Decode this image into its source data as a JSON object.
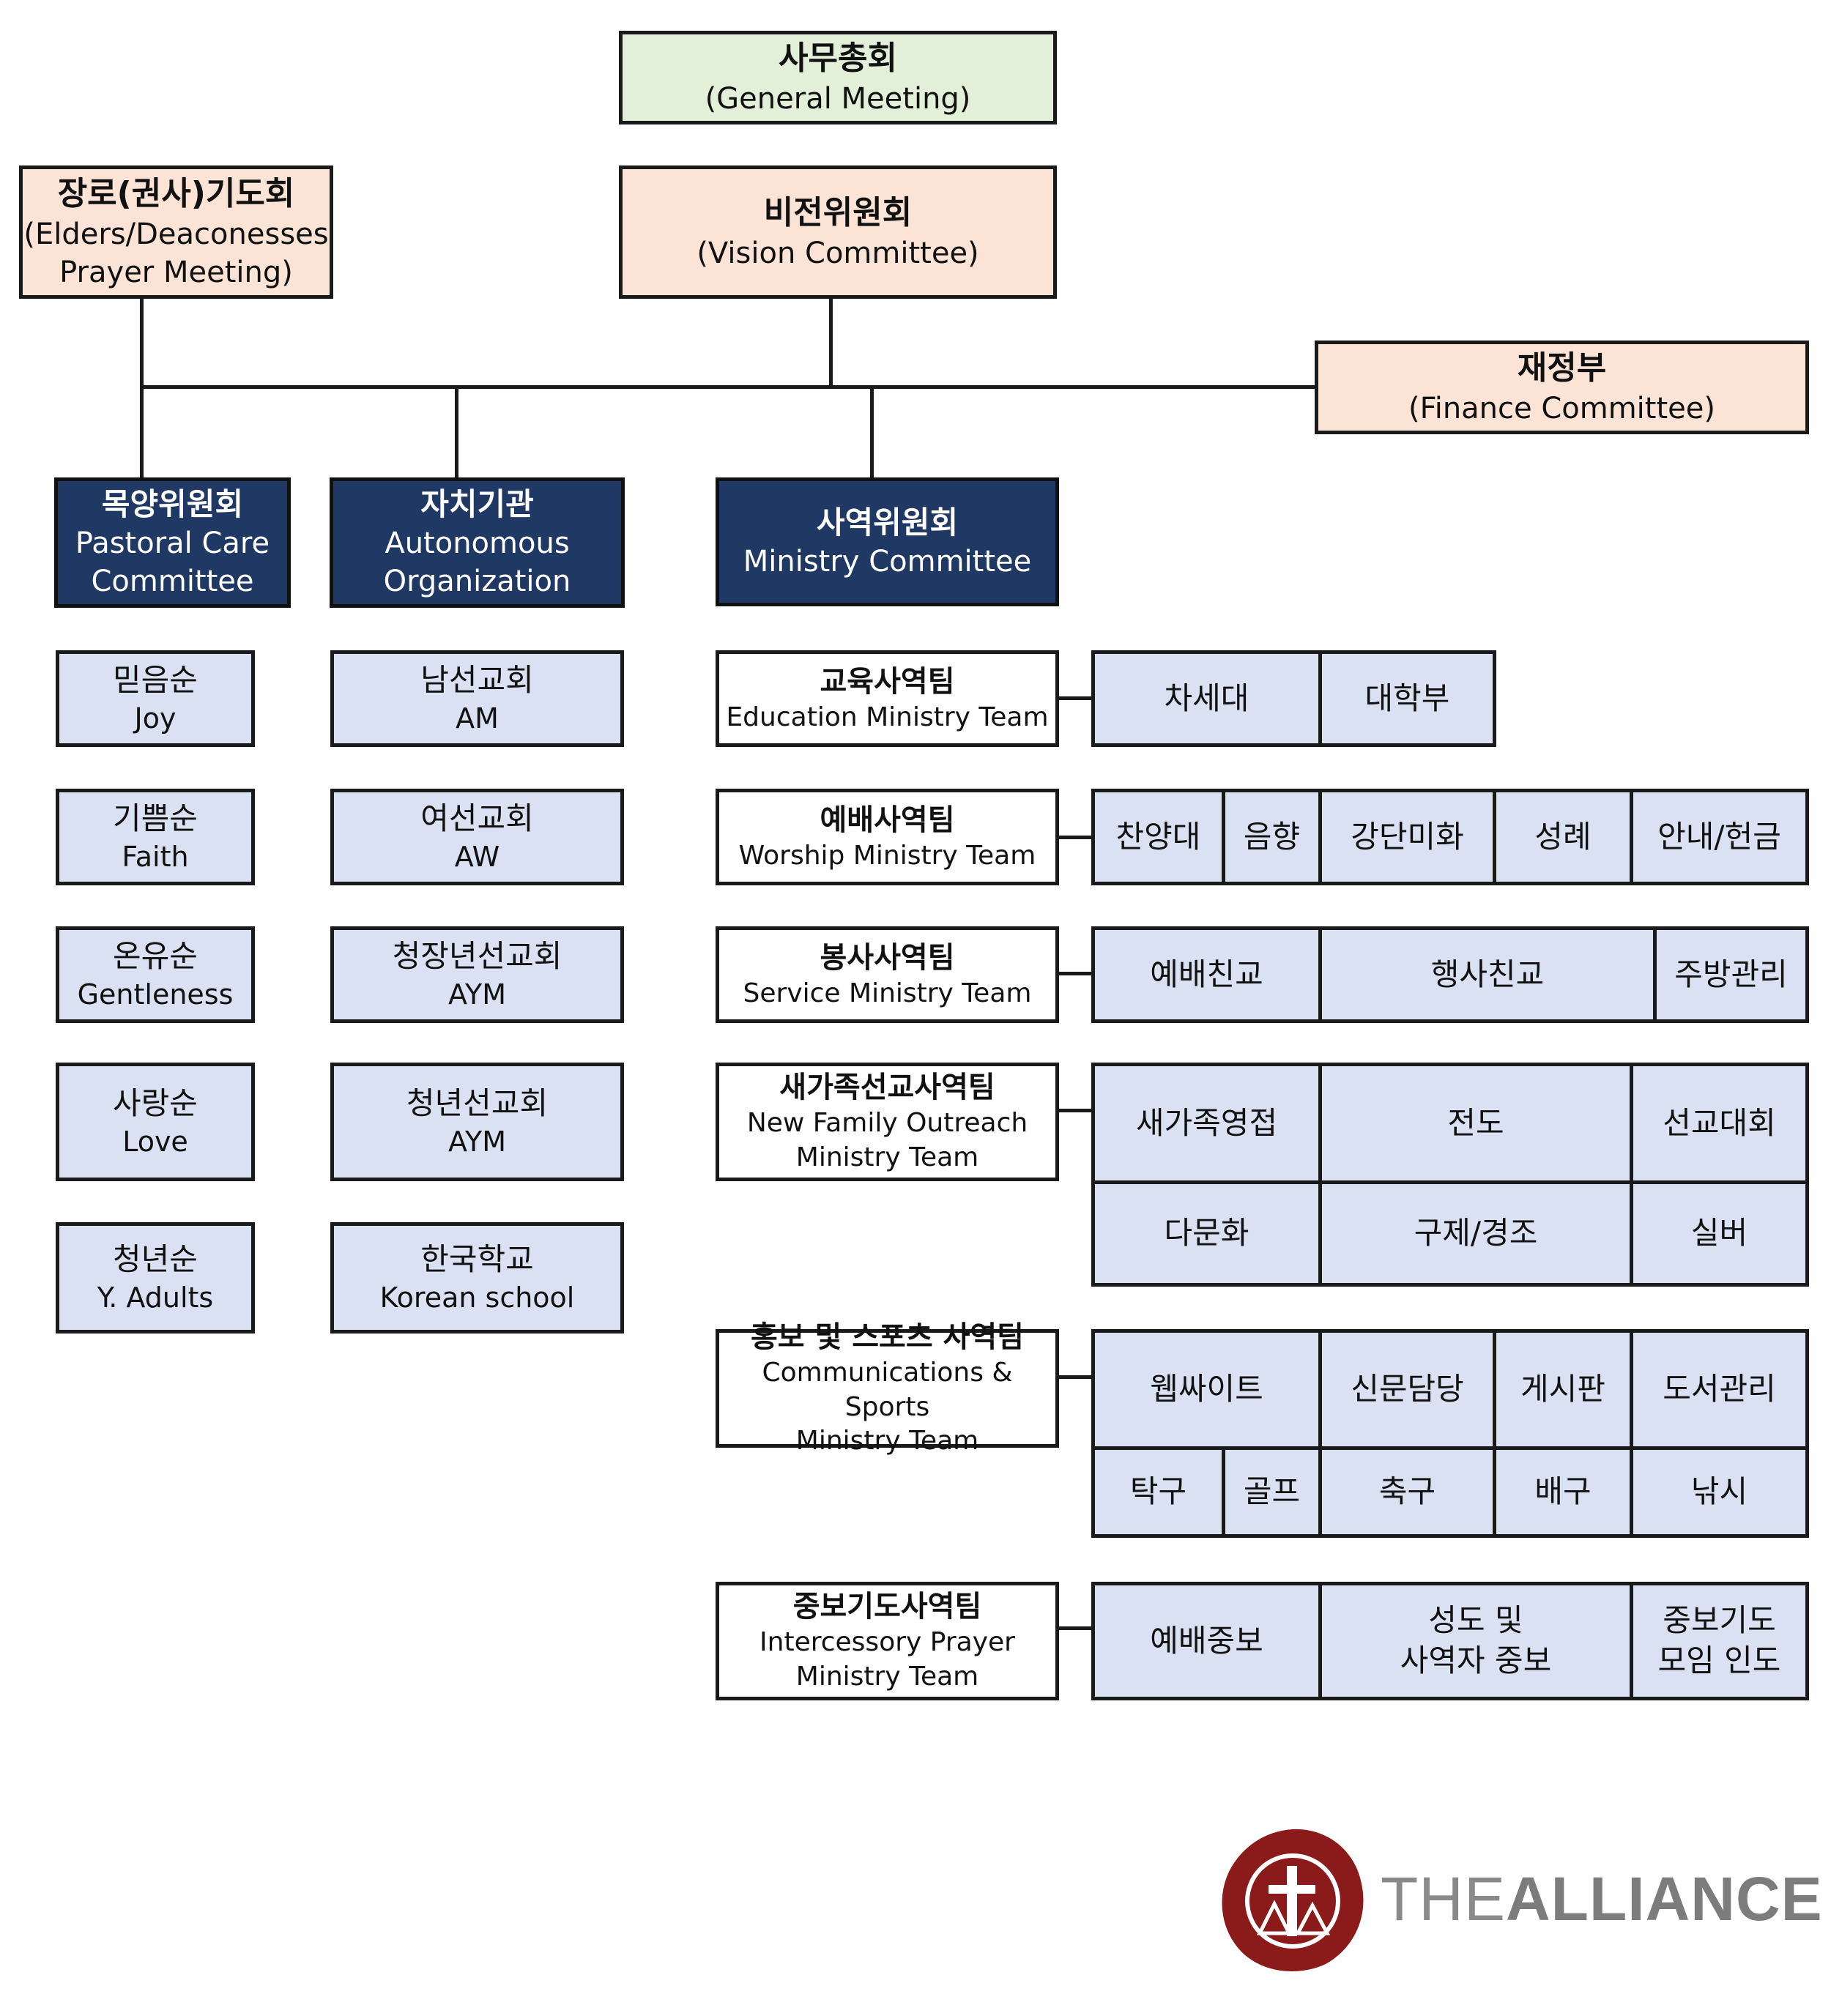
{
  "top": {
    "general": {
      "ko": "사무총회",
      "en": "(General Meeting)"
    },
    "vision": {
      "ko": "비전위원회",
      "en": "(Vision Committee)"
    },
    "elders": {
      "ko": "장로(권사)기도회",
      "en1": "(Elders/Deaconesses",
      "en2": "Prayer Meeting)"
    },
    "finance": {
      "ko": "재정부",
      "en": "(Finance Committee)"
    }
  },
  "committees": {
    "pastoral": {
      "ko": "목양위원회",
      "en1": "Pastoral Care",
      "en2": "Committee"
    },
    "autonomous": {
      "ko": "자치기관",
      "en1": "Autonomous",
      "en2": "Organization"
    },
    "ministry": {
      "ko": "사역위원회",
      "en1": "Ministry Committee"
    }
  },
  "pastoral_groups": [
    {
      "ko": "믿음순",
      "en": "Joy"
    },
    {
      "ko": "기쁨순",
      "en": "Faith"
    },
    {
      "ko": "온유순",
      "en": "Gentleness"
    },
    {
      "ko": "사랑순",
      "en": "Love"
    },
    {
      "ko": "청년순",
      "en": "Y. Adults"
    }
  ],
  "autonomous_groups": [
    {
      "ko": "남선교회",
      "en": "AM"
    },
    {
      "ko": "여선교회",
      "en": "AW"
    },
    {
      "ko": "청장년선교회",
      "en": "AYM"
    },
    {
      "ko": "청년선교회",
      "en": "AYM"
    },
    {
      "ko": "한국학교",
      "en": "Korean school"
    }
  ],
  "ministry_teams": [
    {
      "ko": "교육사역팀",
      "en1": "Education Ministry Team",
      "en2": ""
    },
    {
      "ko": "예배사역팀",
      "en1": "Worship Ministry Team",
      "en2": ""
    },
    {
      "ko": "봉사사역팀",
      "en1": "Service Ministry Team",
      "en2": ""
    },
    {
      "ko": "새가족선교사역팀",
      "en1": "New Family Outreach",
      "en2": "Ministry Team"
    },
    {
      "ko": "홍보 및 스포츠 사역팀",
      "en1": "Communications & Sports",
      "en2": "Ministry Team"
    },
    {
      "ko": "중보기도사역팀",
      "en1": "Intercessory Prayer",
      "en2": "Ministry Team"
    }
  ],
  "subunits": {
    "education": [
      "차세대",
      "대학부"
    ],
    "worship": [
      "찬양대",
      "음향",
      "강단미화",
      "성례",
      "안내/헌금"
    ],
    "service": [
      "예배친교",
      "행사친교",
      "주방관리"
    ],
    "newfamily_row1": [
      "새가족영접",
      "전도",
      "선교대회"
    ],
    "newfamily_row2": [
      "다문화",
      "구제/경조",
      "실버"
    ],
    "comms_row1": [
      "웹싸이트",
      "신문담당",
      "게시판",
      "도서관리"
    ],
    "comms_row2": [
      "탁구",
      "골프",
      "축구",
      "배구",
      "낚시"
    ],
    "prayer": [
      "예배중보",
      "성도 및\n사역자 중보",
      "중보기도\n모임 인도"
    ]
  },
  "logo": {
    "part1": "THE",
    "part2": "ALLIANCE",
    "color": "#8b1a1a"
  }
}
